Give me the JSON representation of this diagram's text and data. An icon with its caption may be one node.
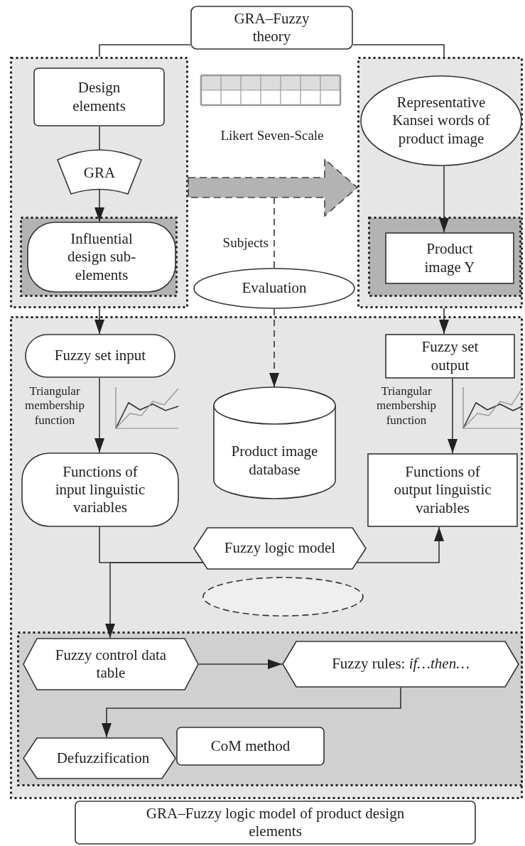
{
  "diagram": {
    "nodes": [
      {
        "text": [
          "GRA–Fuzzy theory"
        ]
      },
      {
        "text": [],
        "shape": "box"
      },
      {
        "text": [
          "Design elements"
        ],
        "in": 1
      },
      {
        "text": [
          "GRA"
        ],
        "in": 1
      },
      {
        "text": [],
        "shape": "box",
        "in": 1
      },
      {
        "text": [
          "Influential design sub-elements"
        ],
        "in": 4
      },
      {
        "text": [],
        "shape": "box"
      },
      {
        "text": [
          "Representative Kansei words of product image"
        ],
        "in": 6
      },
      {
        "text": [],
        "shape": "box",
        "in": 6
      },
      {
        "text": [
          "Product image Y"
        ],
        "in": 8
      },
      {
        "text": [
          "Evaluation"
        ]
      },
      {
        "text": [],
        "shape": "box"
      },
      {
        "text": [
          "Fuzzy set input"
        ],
        "in": 11
      },
      {
        "text": [
          "Functions of input linguistic variables"
        ],
        "in": 11
      },
      {
        "text": [
          "Product image database"
        ],
        "in": 11
      },
      {
        "text": [
          "Fuzzy set output"
        ],
        "in": 11
      },
      {
        "text": [
          "Functions of output linguistic variables"
        ],
        "in": 11
      },
      {
        "text": [
          "Fuzzy logic model"
        ],
        "in": 11
      },
      {
        "text": [],
        "shape": "ellipse",
        "in": 11
      },
      {
        "text": [],
        "shape": "box",
        "in": 11
      },
      {
        "text": [
          "Fuzzy control data table"
        ],
        "in": 19
      },
      {
        "text": [
          "Fuzzy rules: *if…then…*"
        ],
        "in": 19
      },
      {
        "text": [
          "Defuzzification"
        ],
        "in": 19
      },
      {
        "text": [
          "CoM method"
        ],
        "in": 19
      },
      {
        "text": [
          "GRA–Fuzzy logic model of product design elements"
        ]
      }
    ],
    "edges": [
      {
        "from": 0,
        "to": 1,
        "arrow": "none"
      },
      {
        "from": 0,
        "to": 6,
        "arrow": "none"
      },
      {
        "from": 2,
        "to": 3,
        "arrow": "none"
      },
      {
        "from": 3,
        "to": 5,
        "arrow": "to"
      },
      {
        "from": 7,
        "to": 9,
        "arrow": "to"
      },
      {
        "from": 1,
        "to": 6,
        "arrow": "to",
        "style": "dashed",
        "color": "#b3b3b3"
      },
      {
        "from": 10,
        "to": null,
        "arrow": "none",
        "style": "dashed",
        "label": "Subjects"
      },
      {
        "from": 10,
        "to": 14,
        "arrow": "to",
        "style": "dashed"
      },
      {
        "from": 1,
        "to": 12,
        "arrow": "to"
      },
      {
        "from": 6,
        "to": 15,
        "arrow": "to"
      },
      {
        "from": 12,
        "to": 13,
        "arrow": "to"
      },
      {
        "from": 15,
        "to": 16,
        "arrow": "to"
      },
      {
        "from": 13,
        "to": 17,
        "arrow": "none"
      },
      {
        "from": 17,
        "to": 16,
        "arrow": "to"
      },
      {
        "from": 17,
        "to": 20,
        "arrow": "to"
      },
      {
        "from": 20,
        "to": 21,
        "arrow": "to"
      },
      {
        "from": 21,
        "to": 22,
        "arrow": "to"
      }
    ],
    "labels": [
      "Likert Seven-Scale",
      "Triangular membership function",
      "Triangular membership function"
    ]
  }
}
